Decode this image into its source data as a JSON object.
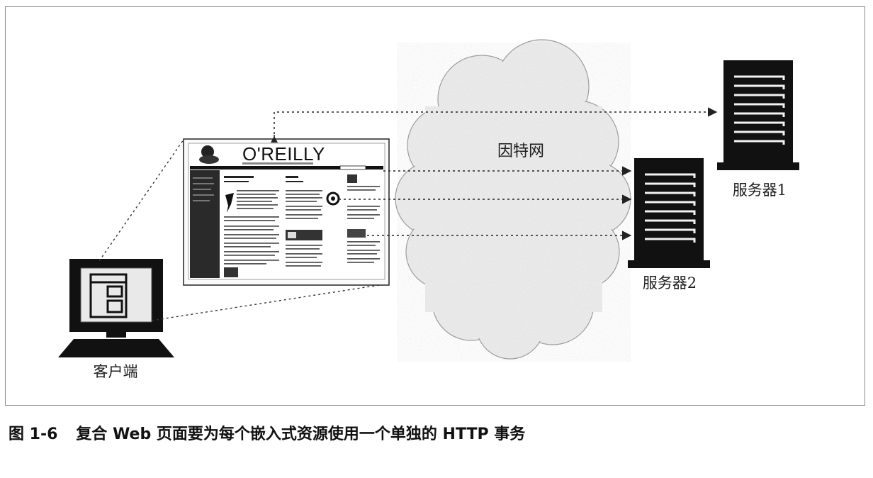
{
  "diagram": {
    "cloud_label": "因特网",
    "client_label": "客户端",
    "server1_label": "服务器1",
    "server2_label": "服务器2",
    "page_logo": "O'REILLY"
  },
  "caption": {
    "number": "图 1-6",
    "text": "复合 Web 页面要为每个嵌入式资源使用一个单独的 HTTP 事务"
  }
}
